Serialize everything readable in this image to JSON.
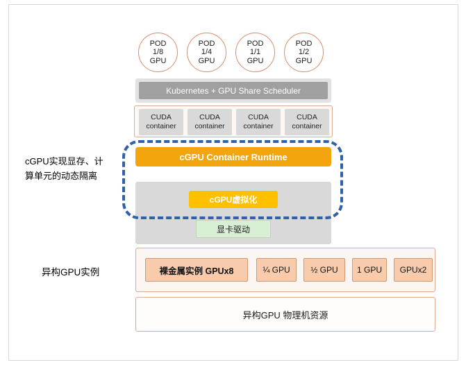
{
  "colors": {
    "pod_border": "#d98c6c",
    "scheduler_bar": "#a0a0a0",
    "scheduler_container": "#e2e2e2",
    "cuda_box_gray": "#d9d9d9",
    "runtime_orange": "#f2a50c",
    "virtualization_yellow": "#ffc000",
    "driver_green": "#d9efd5",
    "dashed_boundary_blue": "#3060a8",
    "instance_peach": "#f8cbad",
    "container_border_orange": "#dcab92"
  },
  "pods": [
    {
      "name": "POD",
      "fraction": "1/8",
      "unit": "GPU"
    },
    {
      "name": "POD",
      "fraction": "1/4",
      "unit": "GPU"
    },
    {
      "name": "POD",
      "fraction": "1/1",
      "unit": "GPU"
    },
    {
      "name": "POD",
      "fraction": "1/2",
      "unit": "GPU"
    }
  ],
  "scheduler": {
    "label": "Kubernetes + GPU Share Scheduler"
  },
  "cuda_containers": [
    {
      "line1": "CUDA",
      "line2": "container"
    },
    {
      "line1": "CUDA",
      "line2": "container"
    },
    {
      "line1": "CUDA",
      "line2": "container"
    },
    {
      "line1": "CUDA",
      "line2": "container"
    }
  ],
  "runtime": {
    "label": "cGPU Container Runtime"
  },
  "virtualization": {
    "label": "cGPU虚拟化"
  },
  "driver": {
    "label": "显卡驱动"
  },
  "annotations": {
    "isolation_note_line1": "cGPU实现显存、计",
    "isolation_note_line2": "算单元的动态隔离",
    "instance_row_label": "异构GPU实例"
  },
  "instances": [
    {
      "label": "裸金属实例 GPUx8"
    },
    {
      "label": "¼ GPU"
    },
    {
      "label": "½ GPU"
    },
    {
      "label": "1 GPU"
    },
    {
      "label": "GPUx2"
    }
  ],
  "physical": {
    "label": "异构GPU 物理机资源"
  }
}
